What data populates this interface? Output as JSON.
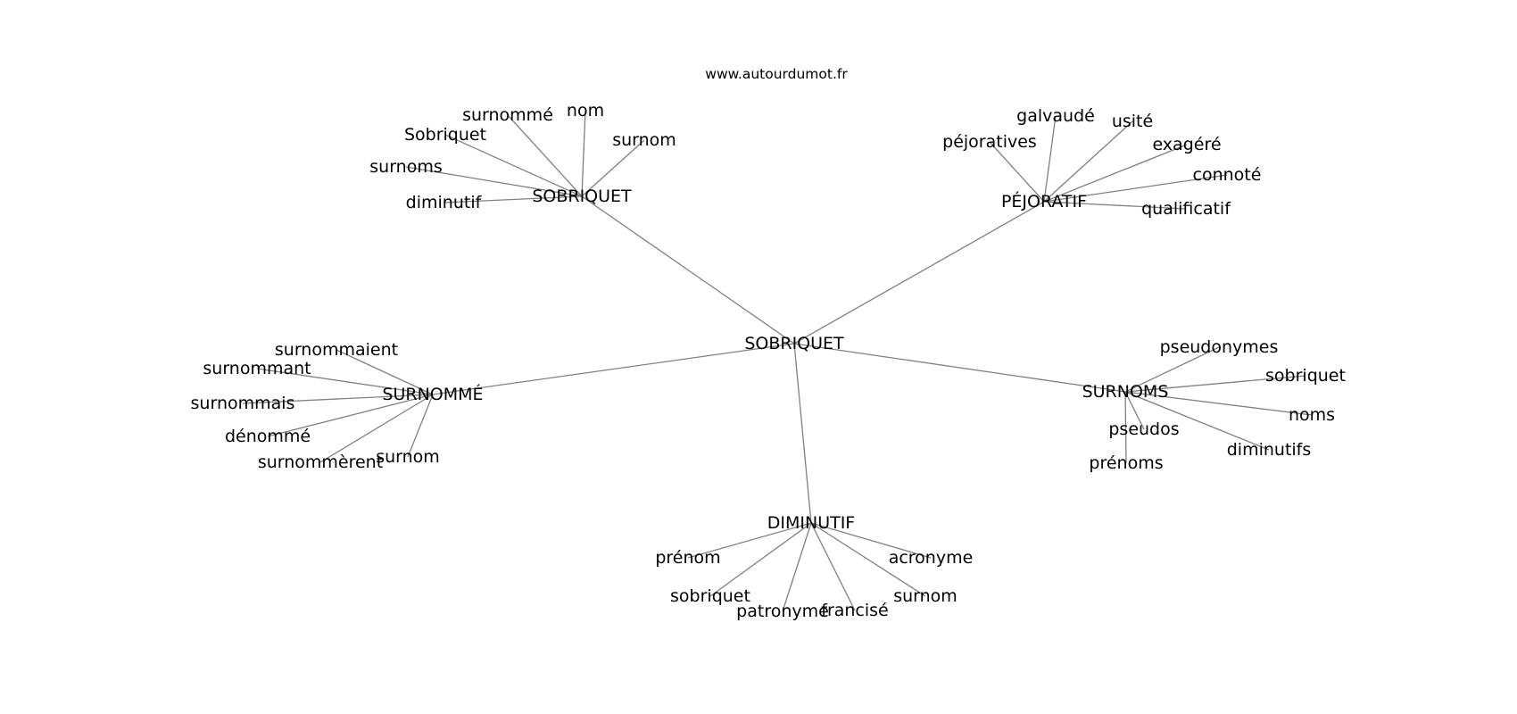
{
  "watermark": "www.autourdumot.fr",
  "graph": {
    "root": {
      "id": "root",
      "label": "SOBRIQUET"
    },
    "hubs": [
      {
        "id": "h-sobriquet",
        "label": "SOBRIQUET",
        "children": [
          "surnommé",
          "nom",
          "Sobriquet",
          "surnom",
          "surnoms",
          "diminutif"
        ]
      },
      {
        "id": "h-pejoratif",
        "label": "PÉJORATIF",
        "children": [
          "galvaudé",
          "usité",
          "péjoratives",
          "exagéré",
          "connoté",
          "qualificatif"
        ]
      },
      {
        "id": "h-surnomme",
        "label": "SURNOMMÉ",
        "children": [
          "surnommaient",
          "surnommant",
          "surnommais",
          "dénommé",
          "surnommèrent",
          "surnom"
        ]
      },
      {
        "id": "h-surnoms",
        "label": "SURNOMS",
        "children": [
          "pseudonymes",
          "sobriquet",
          "noms",
          "pseudos",
          "diminutifs",
          "prénoms"
        ]
      },
      {
        "id": "h-diminutif",
        "label": "DIMINUTIF",
        "children": [
          "prénom",
          "acronyme",
          "sobriquet",
          "surnom",
          "patronyme",
          "francisé"
        ]
      }
    ]
  }
}
